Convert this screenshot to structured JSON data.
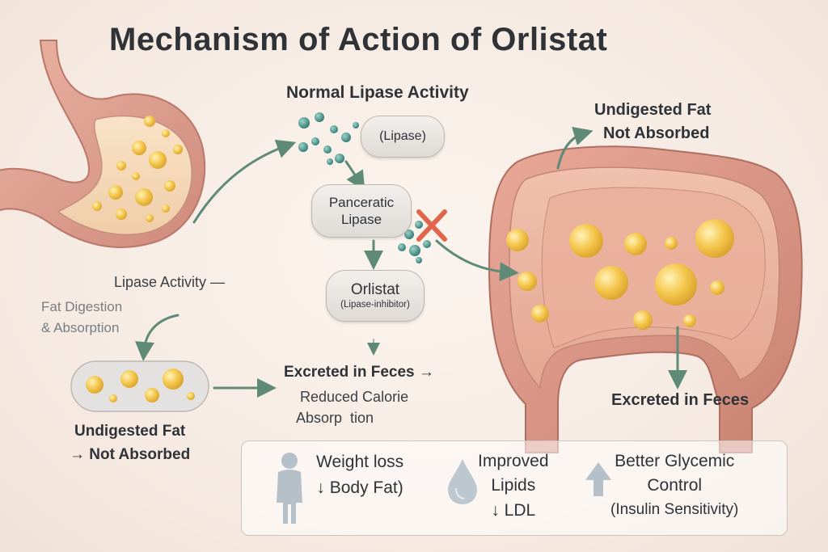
{
  "title": "Mechanism of Action of Orlistat",
  "normal_lipase": {
    "heading": "Normal Lipase Activity",
    "lipase_pill": "(Lipase)"
  },
  "pancreatic_pill": {
    "line1": "Panceratic",
    "line2": "Lipase"
  },
  "orlistat_pill": {
    "line1": "Orlistat",
    "line2": "(Lipase-inhibitor)"
  },
  "left_panel": {
    "lipase_activity": "Lipase Activity —",
    "fat_digestion_line1": "Fat Digestion",
    "fat_digestion_line2": "& Absorption",
    "undigested_line1": "Undigested Fat",
    "undigested_line2": "→ Not Absorbed"
  },
  "center_bottom": {
    "excreted": "Excreted in Feces →",
    "reduced_line1": "Reduced Calorie",
    "reduced_line2": "Absorp  tion"
  },
  "right_panel": {
    "undigested_line1": "Undigested Fat",
    "undigested_line2": "Not Absorbed",
    "excreted": "Excreted in Feces"
  },
  "benefits": [
    {
      "icon": "person-icon",
      "line1": "Weight loss",
      "line2": "↓ Body Fat)"
    },
    {
      "icon": "droplet-icon",
      "line1": "Improved",
      "line2": "Lipids",
      "line3": "↓ LDL"
    },
    {
      "icon": "up-arrow-icon",
      "line1": "Better Glycemic",
      "line2": "Control",
      "line3": "(Insulin Sensitivity)"
    }
  ],
  "colors": {
    "arrow": "#5f8a78",
    "fat": "#f2c24a",
    "tissue": "#e3a899",
    "inhibit_x": "#e0654a",
    "enzyme": "#3f8c86"
  }
}
